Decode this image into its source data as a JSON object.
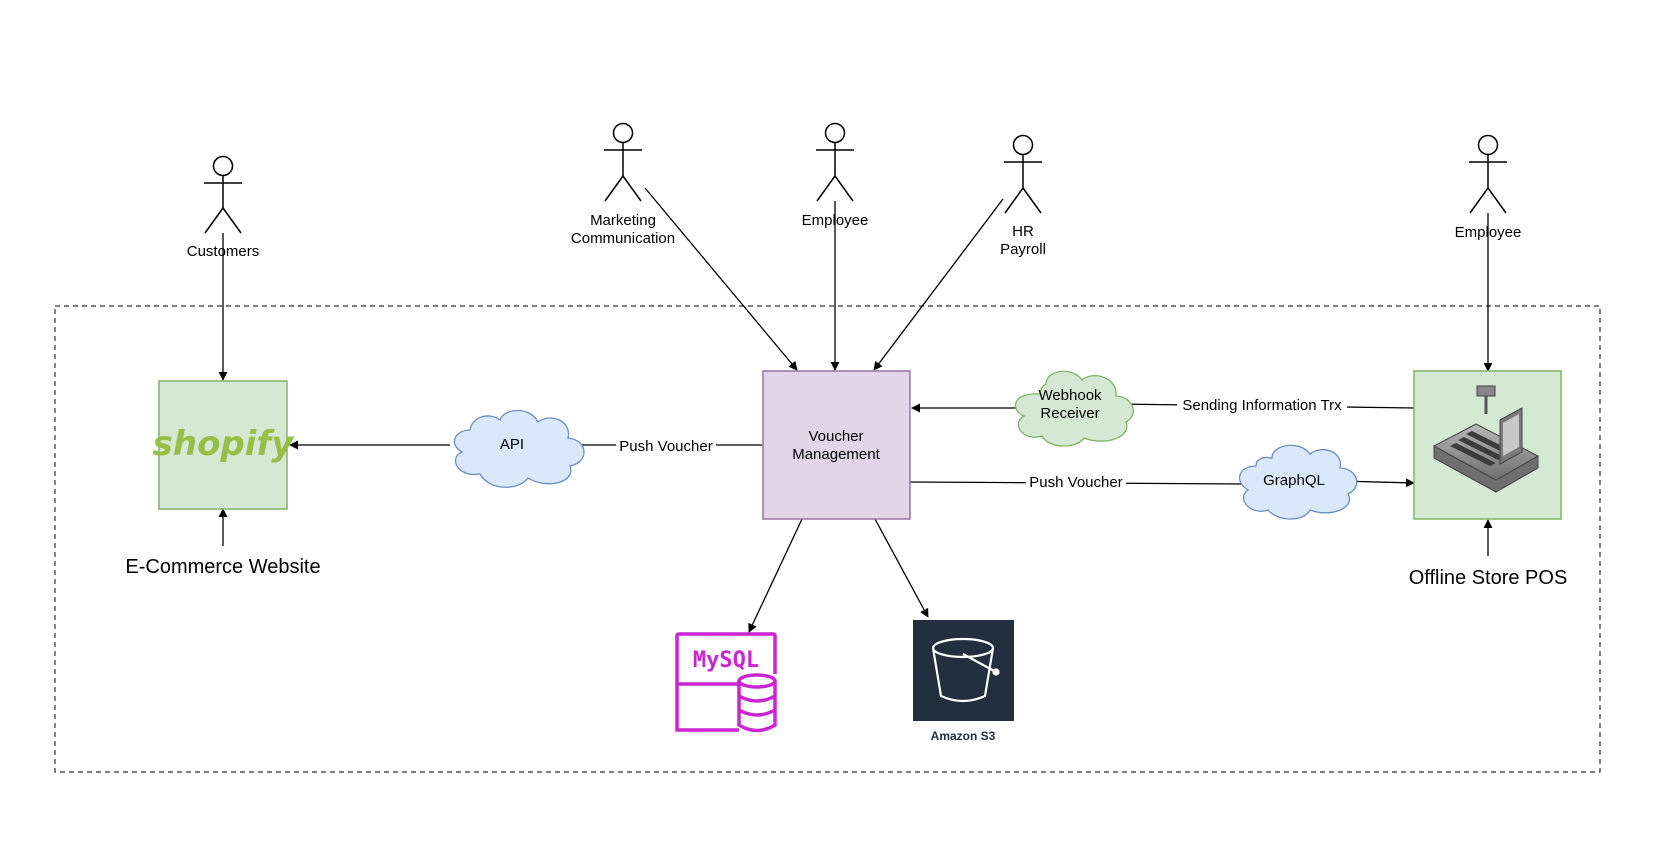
{
  "actors": {
    "customers": "Customers",
    "marketing_line1": "Marketing",
    "marketing_line2": "Communication",
    "employee_center": "Employee",
    "hr_line1": "HR",
    "hr_line2": "Payroll",
    "employee_right": "Employee"
  },
  "nodes": {
    "shopify_logo": "shopify",
    "ecommerce_label": "E-Commerce Website",
    "voucher_line1": "Voucher",
    "voucher_line2": "Management",
    "api": "API",
    "webhook_line1": "Webhook",
    "webhook_line2": "Receiver",
    "graphql": "GraphQL",
    "offline_pos_label": "Offline Store POS",
    "mysql_logo": "MySQL",
    "s3_label": "Amazon S3"
  },
  "edges": {
    "push_voucher_left": "Push Voucher",
    "push_voucher_right": "Push Voucher",
    "sending_info": "Sending Information Trx"
  },
  "colors": {
    "green_fill": "#d5e8d4",
    "green_stroke": "#82b366",
    "purple_fill": "#e1d5e7",
    "purple_stroke": "#9673a6",
    "cloud_blue_fill": "#dae8fc",
    "cloud_blue_stroke": "#6c8ebf",
    "mysql_magenta": "#c925d1",
    "s3_dark": "#232f3e",
    "shopify_green": "#95bf47"
  },
  "icons": {
    "actor": "stick-figure-icon",
    "pos": "cash-register-icon",
    "mysql": "mysql-database-icon",
    "s3": "s3-bucket-icon"
  }
}
